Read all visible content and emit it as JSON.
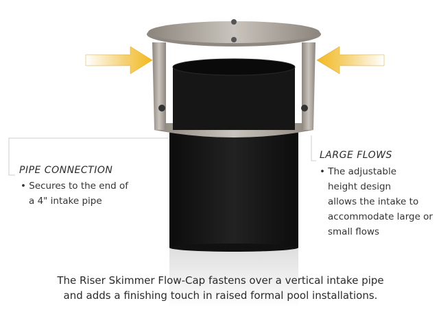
{
  "product": {
    "name": "Riser Skimmer Flow-Cap",
    "icons": [
      "flow-arrow-left",
      "flow-arrow-right"
    ]
  },
  "callouts": [
    {
      "heading": "PIPE CONNECTION",
      "lines": [
        "• Secures to the end of",
        "a 4\" intake pipe"
      ]
    },
    {
      "heading": "LARGE FLOWS",
      "lines": [
        "• The adjustable",
        "height design",
        "allows the intake to",
        "accommodate large or",
        "small flows"
      ]
    }
  ],
  "caption": [
    "The Riser Skimmer Flow-Cap fastens over a vertical intake pipe",
    "and adds a finishing touch in raised formal pool installations."
  ],
  "colors": {
    "arrow": "#f2c230",
    "pipe": "#141414",
    "steel": "#a9a39b"
  }
}
